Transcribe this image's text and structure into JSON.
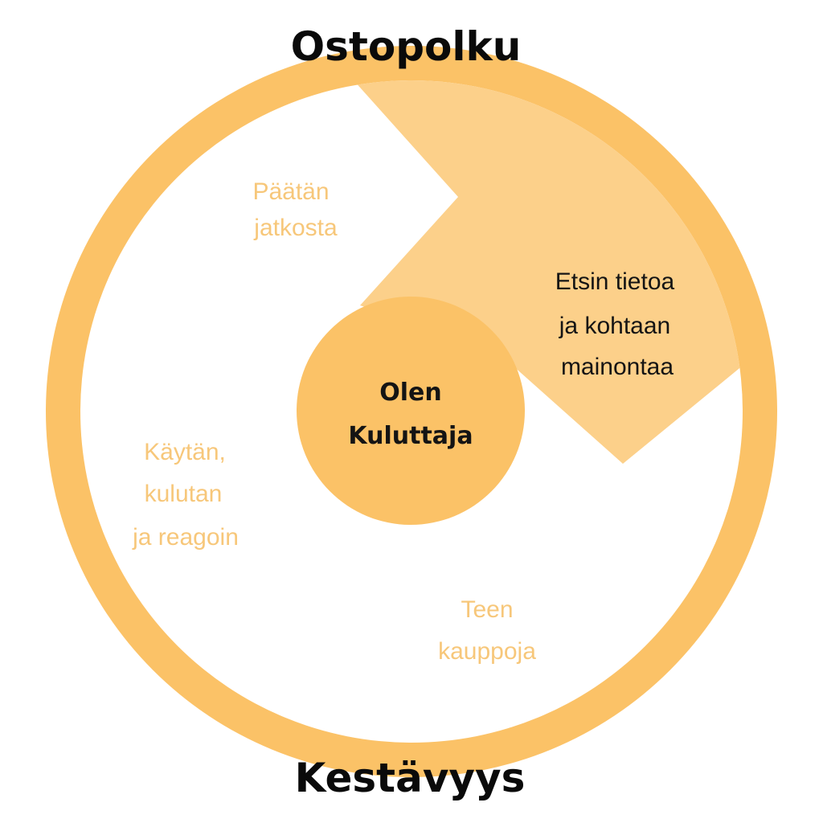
{
  "colors": {
    "ring": "#fbc267",
    "highlight": "#fcd08a",
    "center": "#fbc267",
    "light_text": "#f7c77a",
    "dark_text": "#141414",
    "background": "#ffffff"
  },
  "ring": {
    "top_label": "Ostopolku",
    "bottom_label": "Kestävyys"
  },
  "center": {
    "line1": "Olen",
    "line2": "Kuluttaja"
  },
  "stages": {
    "search": {
      "line1": "Etsin tietoa",
      "line2": "ja kohtaan",
      "line3": "mainontaa",
      "active": true
    },
    "buy": {
      "line1": "Teen",
      "line2": "kauppoja"
    },
    "use": {
      "line1": "Käytän,",
      "line2": "kulutan",
      "line3": "ja reagoin"
    },
    "decide": {
      "line1": "Päätän",
      "line2": "jatkosta"
    }
  }
}
